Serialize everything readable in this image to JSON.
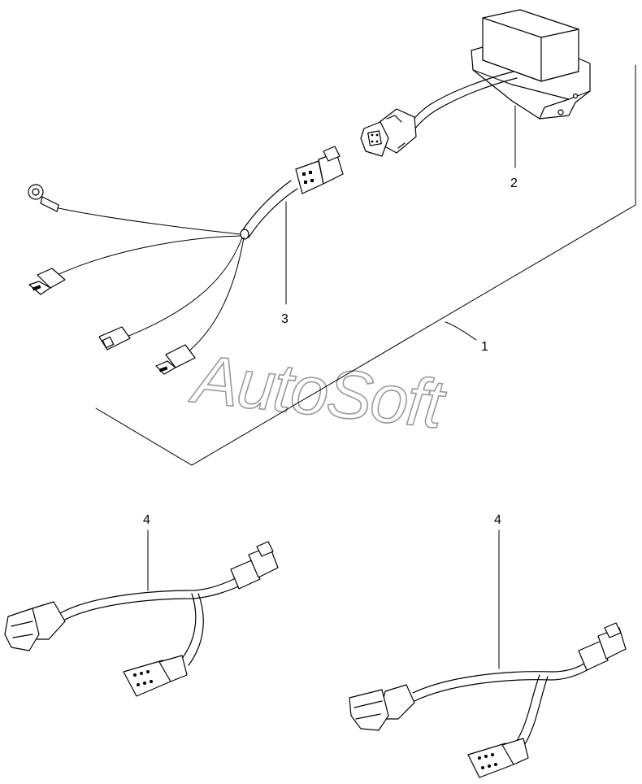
{
  "callouts": {
    "c1": "1",
    "c2": "2",
    "c3": "3",
    "c4a": "4",
    "c4b": "4"
  },
  "watermark": "AutoSoft",
  "colors": {
    "line": "#000000",
    "watermark_outline": "#9a9a9a",
    "background": "#ffffff"
  },
  "icons": [
    "connector-plug-icon",
    "module-box-icon",
    "ring-terminal-icon",
    "spade-terminal-icon"
  ]
}
